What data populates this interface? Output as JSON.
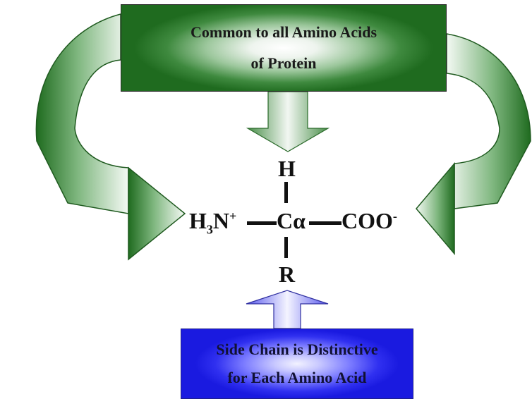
{
  "top_box": {
    "line1": "Common to all Amino Acids",
    "line2": "of Protein"
  },
  "bottom_box": {
    "line1": "Side Chain is Distinctive",
    "line2": "for Each Amino Acid"
  },
  "molecule": {
    "top_group": "H",
    "bottom_group": "R",
    "center_atom": "C",
    "center_greek": "α",
    "amino_prefix": "H",
    "amino_sub": "3",
    "amino_atom": "N",
    "amino_charge": "+",
    "carboxyl_group": "COO",
    "carboxyl_charge": "-"
  },
  "colors": {
    "green_dark": "#1f6b1f",
    "green_light": "#ffffff",
    "blue_dark": "#1a1ae0",
    "blue_light": "#f2f2ff"
  }
}
